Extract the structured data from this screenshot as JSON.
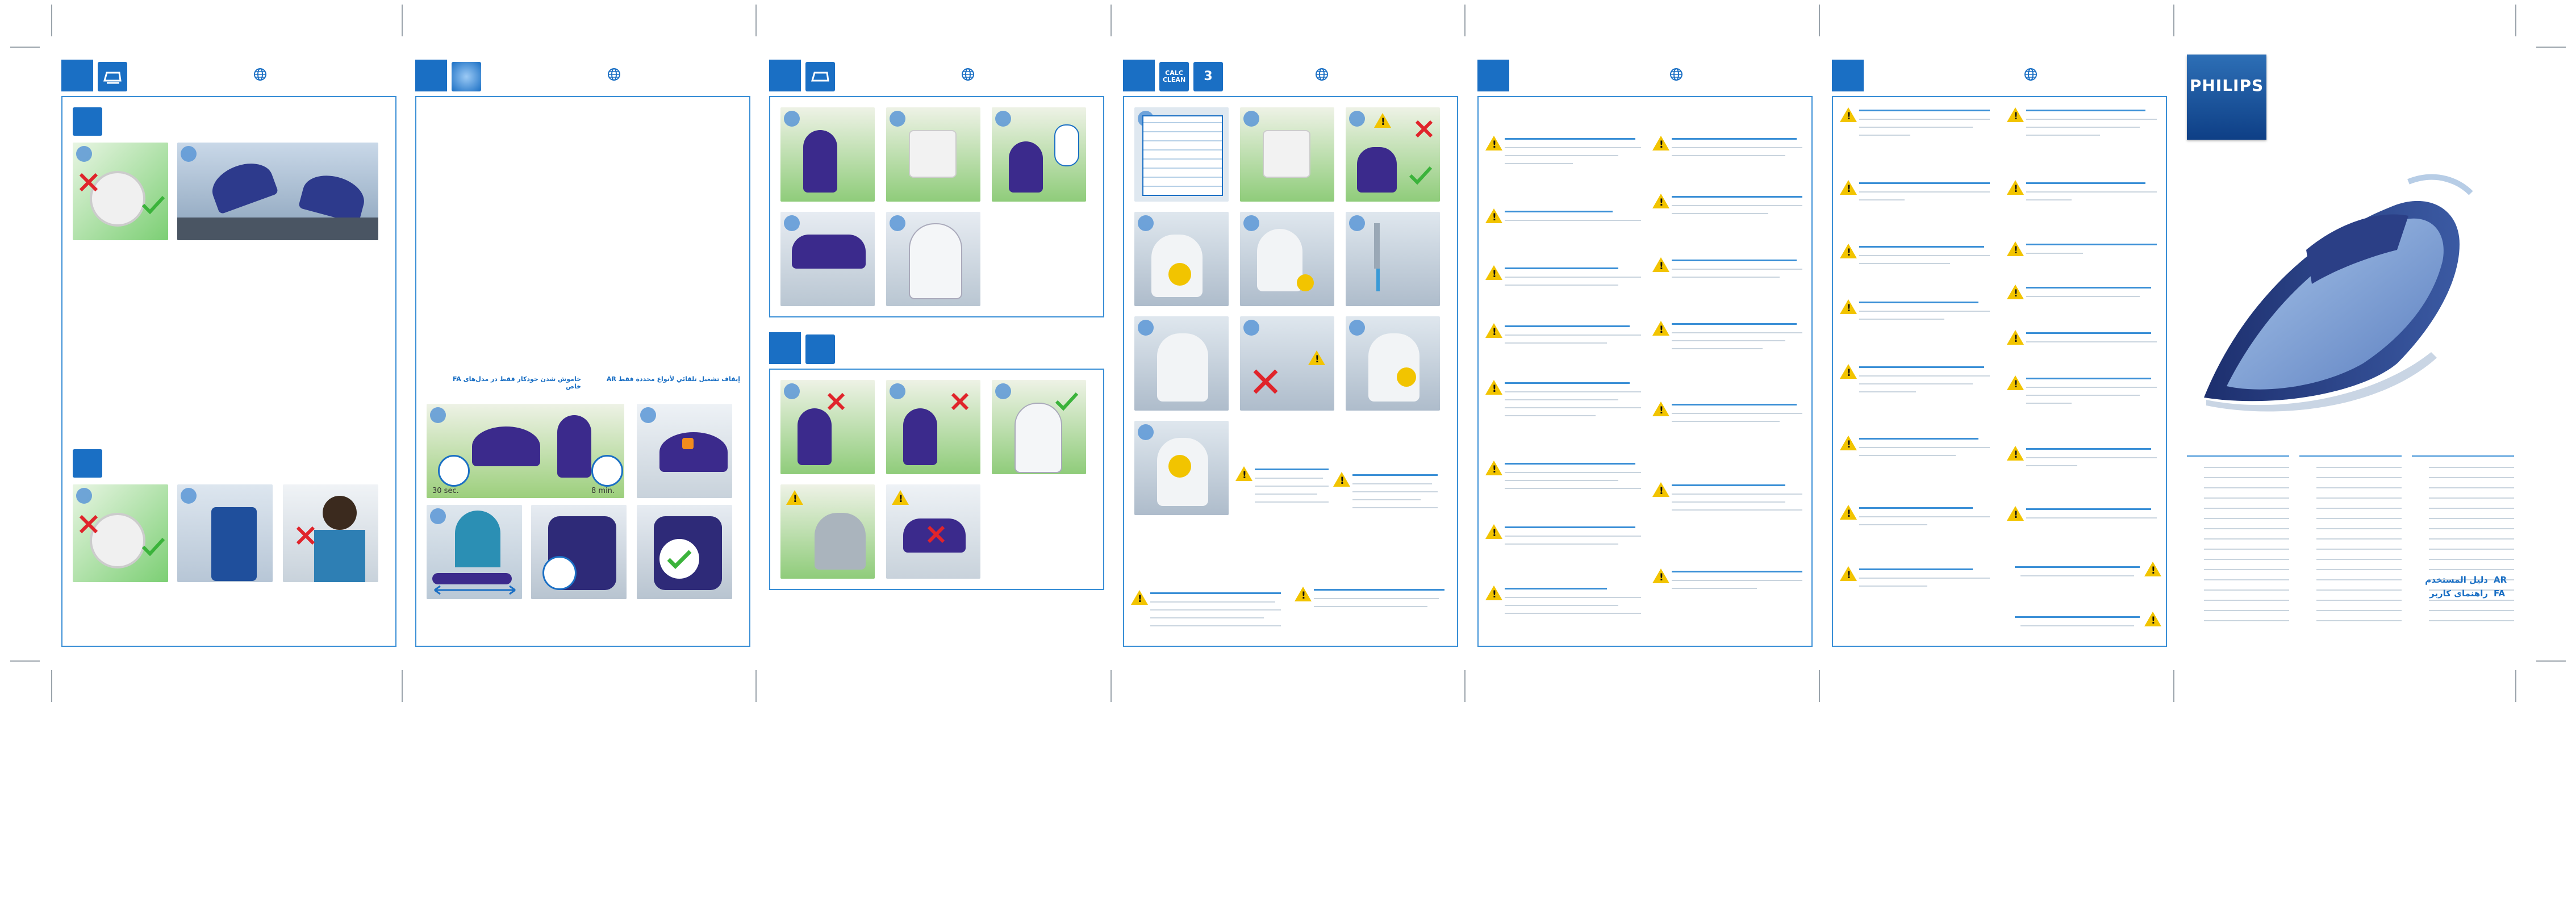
{
  "cover": {
    "brand_name": "PHILIPS",
    "brand_color": "#1a5aa8",
    "lang_ar_code": "AR",
    "lang_ar_title": "دليل المستخدم",
    "lang_fa_code": "FA",
    "lang_fa_title": "راهنمای کاربر"
  },
  "panel2": {
    "fa_code": "FA",
    "fa_text": "خاموش شدن خودکار فقط در مدل‌های خاص",
    "ar_code": "AR",
    "ar_text": "إيقاف تشغيل تلقائي لأنواع محددة فقط"
  },
  "panel4": {
    "calc_clean_label": "CALC CLEAN",
    "months_label": "3"
  },
  "panel5_timers": {
    "t1": "30 sec.",
    "t2": "8 min."
  },
  "icons": {
    "globe": "globe-icon",
    "warning": "warning-icon",
    "check": "checkmark-icon",
    "cross": "cross-icon"
  },
  "colors": {
    "accent": "#1a6fc4",
    "frame": "#3a8fd6",
    "warning": "#f2c400",
    "ok": "#3bb33b",
    "no": "#e0242b"
  }
}
